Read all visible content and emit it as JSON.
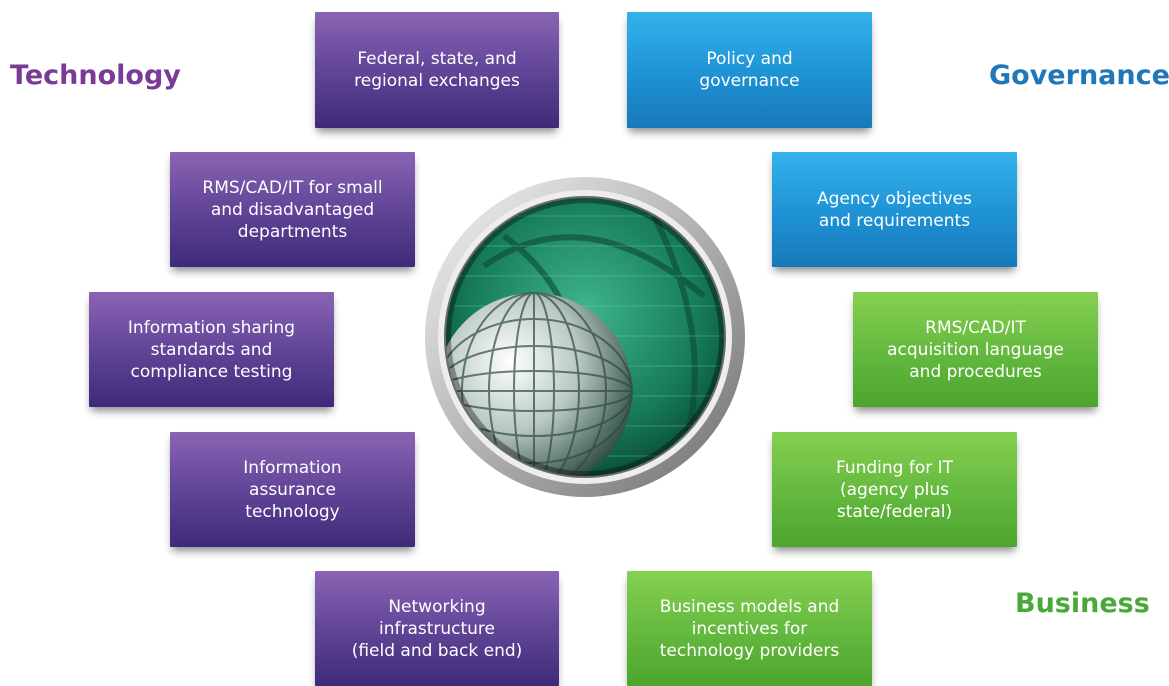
{
  "categories": {
    "technology": "Technology",
    "governance": "Governance",
    "business": "Business"
  },
  "colors": {
    "technology": "#7a3b96",
    "governance": "#1f77b8",
    "business": "#4aa83a"
  },
  "boxes": {
    "federal_exchanges": "Federal, state, and\nregional  exchanges",
    "rms_small": "RMS/CAD/IT for small\nand disadvantaged\ndepartments",
    "info_sharing": "Information sharing\nstandards and\ncompliance testing",
    "info_assurance": "Information\nassurance\ntechnology",
    "networking": "Networking\ninfrastructure\n(field and back end)",
    "policy": "Policy and\ngovernance",
    "agency_objectives": "Agency objectives\nand requirements",
    "rms_acquisition": "RMS/CAD/IT\nacquisition language\nand procedures",
    "funding": "Funding for IT\n(agency plus\nstate/federal)",
    "business_models": "Business models and\nincentives for\ntechnology providers"
  },
  "hub_icon": "globe-lens-icon"
}
